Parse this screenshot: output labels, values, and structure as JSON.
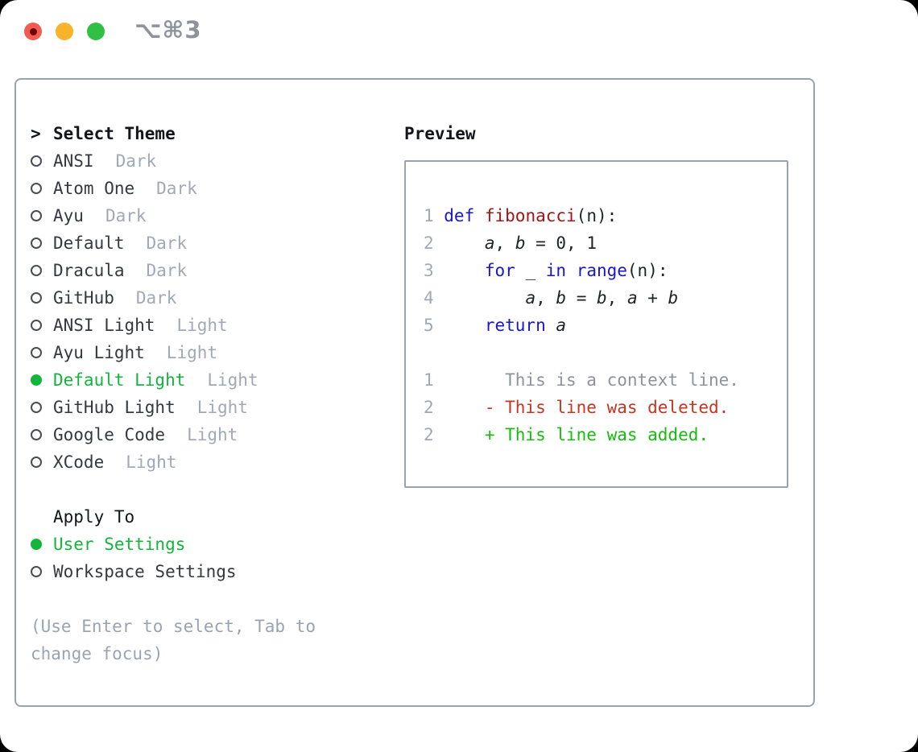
{
  "titlebar": {
    "shortcut": "⌥⌘3",
    "traffic_lights": [
      "close",
      "minimize",
      "zoom"
    ]
  },
  "theme_picker": {
    "prompt": ">",
    "header": "Select Theme",
    "items": [
      {
        "name": "ANSI",
        "tag": "Dark",
        "selected": false
      },
      {
        "name": "Atom One",
        "tag": "Dark",
        "selected": false
      },
      {
        "name": "Ayu",
        "tag": "Dark",
        "selected": false
      },
      {
        "name": "Default",
        "tag": "Dark",
        "selected": false
      },
      {
        "name": "Dracula",
        "tag": "Dark",
        "selected": false
      },
      {
        "name": "GitHub",
        "tag": "Dark",
        "selected": false
      },
      {
        "name": "ANSI Light",
        "tag": "Light",
        "selected": false
      },
      {
        "name": "Ayu Light",
        "tag": "Light",
        "selected": false
      },
      {
        "name": "Default Light",
        "tag": "Light",
        "selected": true
      },
      {
        "name": "GitHub Light",
        "tag": "Light",
        "selected": false
      },
      {
        "name": "Google Code",
        "tag": "Light",
        "selected": false
      },
      {
        "name": "XCode",
        "tag": "Light",
        "selected": false
      }
    ]
  },
  "apply_to": {
    "header": "Apply To",
    "options": [
      {
        "label": "User Settings",
        "selected": true
      },
      {
        "label": "Workspace Settings",
        "selected": false
      }
    ]
  },
  "help_text": "(Use Enter to select, Tab to change focus)",
  "preview": {
    "title": "Preview",
    "lines": [
      {
        "num": "1",
        "segments": [
          {
            "text": "def",
            "style": "kw"
          },
          {
            "text": " ",
            "style": "plain"
          },
          {
            "text": "fibonacci",
            "style": "fn"
          },
          {
            "text": "(n):",
            "style": "plain"
          }
        ]
      },
      {
        "num": "2",
        "segments": [
          {
            "text": "    ",
            "style": "plain"
          },
          {
            "text": "a",
            "style": "var"
          },
          {
            "text": ", ",
            "style": "plain"
          },
          {
            "text": "b",
            "style": "var"
          },
          {
            "text": " = 0, 1",
            "style": "plain"
          }
        ]
      },
      {
        "num": "3",
        "segments": [
          {
            "text": "    ",
            "style": "plain"
          },
          {
            "text": "for",
            "style": "kw"
          },
          {
            "text": " _ ",
            "style": "plain"
          },
          {
            "text": "in",
            "style": "kw"
          },
          {
            "text": " ",
            "style": "plain"
          },
          {
            "text": "range",
            "style": "kw"
          },
          {
            "text": "(n):",
            "style": "plain"
          }
        ]
      },
      {
        "num": "4",
        "segments": [
          {
            "text": "        ",
            "style": "plain"
          },
          {
            "text": "a",
            "style": "var"
          },
          {
            "text": ", ",
            "style": "plain"
          },
          {
            "text": "b",
            "style": "var"
          },
          {
            "text": " = ",
            "style": "plain"
          },
          {
            "text": "b",
            "style": "var"
          },
          {
            "text": ", ",
            "style": "plain"
          },
          {
            "text": "a",
            "style": "var"
          },
          {
            "text": " + ",
            "style": "plain"
          },
          {
            "text": "b",
            "style": "var"
          }
        ]
      },
      {
        "num": "5",
        "segments": [
          {
            "text": "    ",
            "style": "plain"
          },
          {
            "text": "return",
            "style": "kw"
          },
          {
            "text": " ",
            "style": "plain"
          },
          {
            "text": "a",
            "style": "var"
          }
        ]
      },
      {
        "num": "",
        "segments": []
      },
      {
        "num": "1",
        "segments": [
          {
            "text": "      This is a context line.",
            "style": "ctx"
          }
        ]
      },
      {
        "num": "2",
        "segments": [
          {
            "text": "    - This line was deleted.",
            "style": "del"
          }
        ]
      },
      {
        "num": "2",
        "segments": [
          {
            "text": "    + This line was added.",
            "style": "add"
          }
        ]
      }
    ]
  },
  "colors": {
    "c-border": "#9aa2ad",
    "c-sel": "#13b53c",
    "c-kw": "#1717d1",
    "c-fn": "#a31515",
    "c-del": "#c8341f",
    "c-add": "#16bd0e",
    "c-ctx": "#8d9399",
    "c-gray": "#a0a9b4",
    "c-help": "#9aa4b1",
    "c-text": "#34383f",
    "c-header": "#121519",
    "c-title": "#8e939a",
    "traffic-red": "#f15b52",
    "traffic-yellow": "#f8b32a",
    "traffic-green": "#31c043"
  }
}
